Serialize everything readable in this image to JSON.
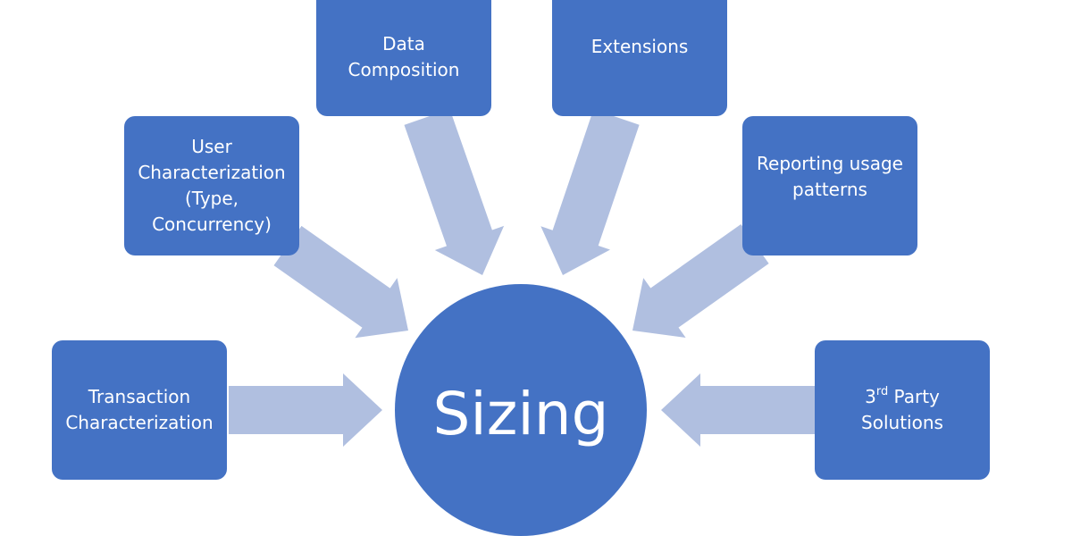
{
  "colors": {
    "node_fill": "#4472c4",
    "arrow_fill": "#b0bfe0",
    "text": "#ffffff"
  },
  "center": {
    "label": "Sizing"
  },
  "nodes": [
    {
      "label": "Transaction\nCharacterization"
    },
    {
      "label": "User\nCharacterization\n(Type,\nConcurrency)"
    },
    {
      "label": "Data\nComposition"
    },
    {
      "label": "Extensions"
    },
    {
      "label": "Reporting usage\npatterns"
    },
    {
      "label_prefix": "3",
      "label_sup": "rd",
      "label_suffix": " Party\nSolutions"
    }
  ]
}
